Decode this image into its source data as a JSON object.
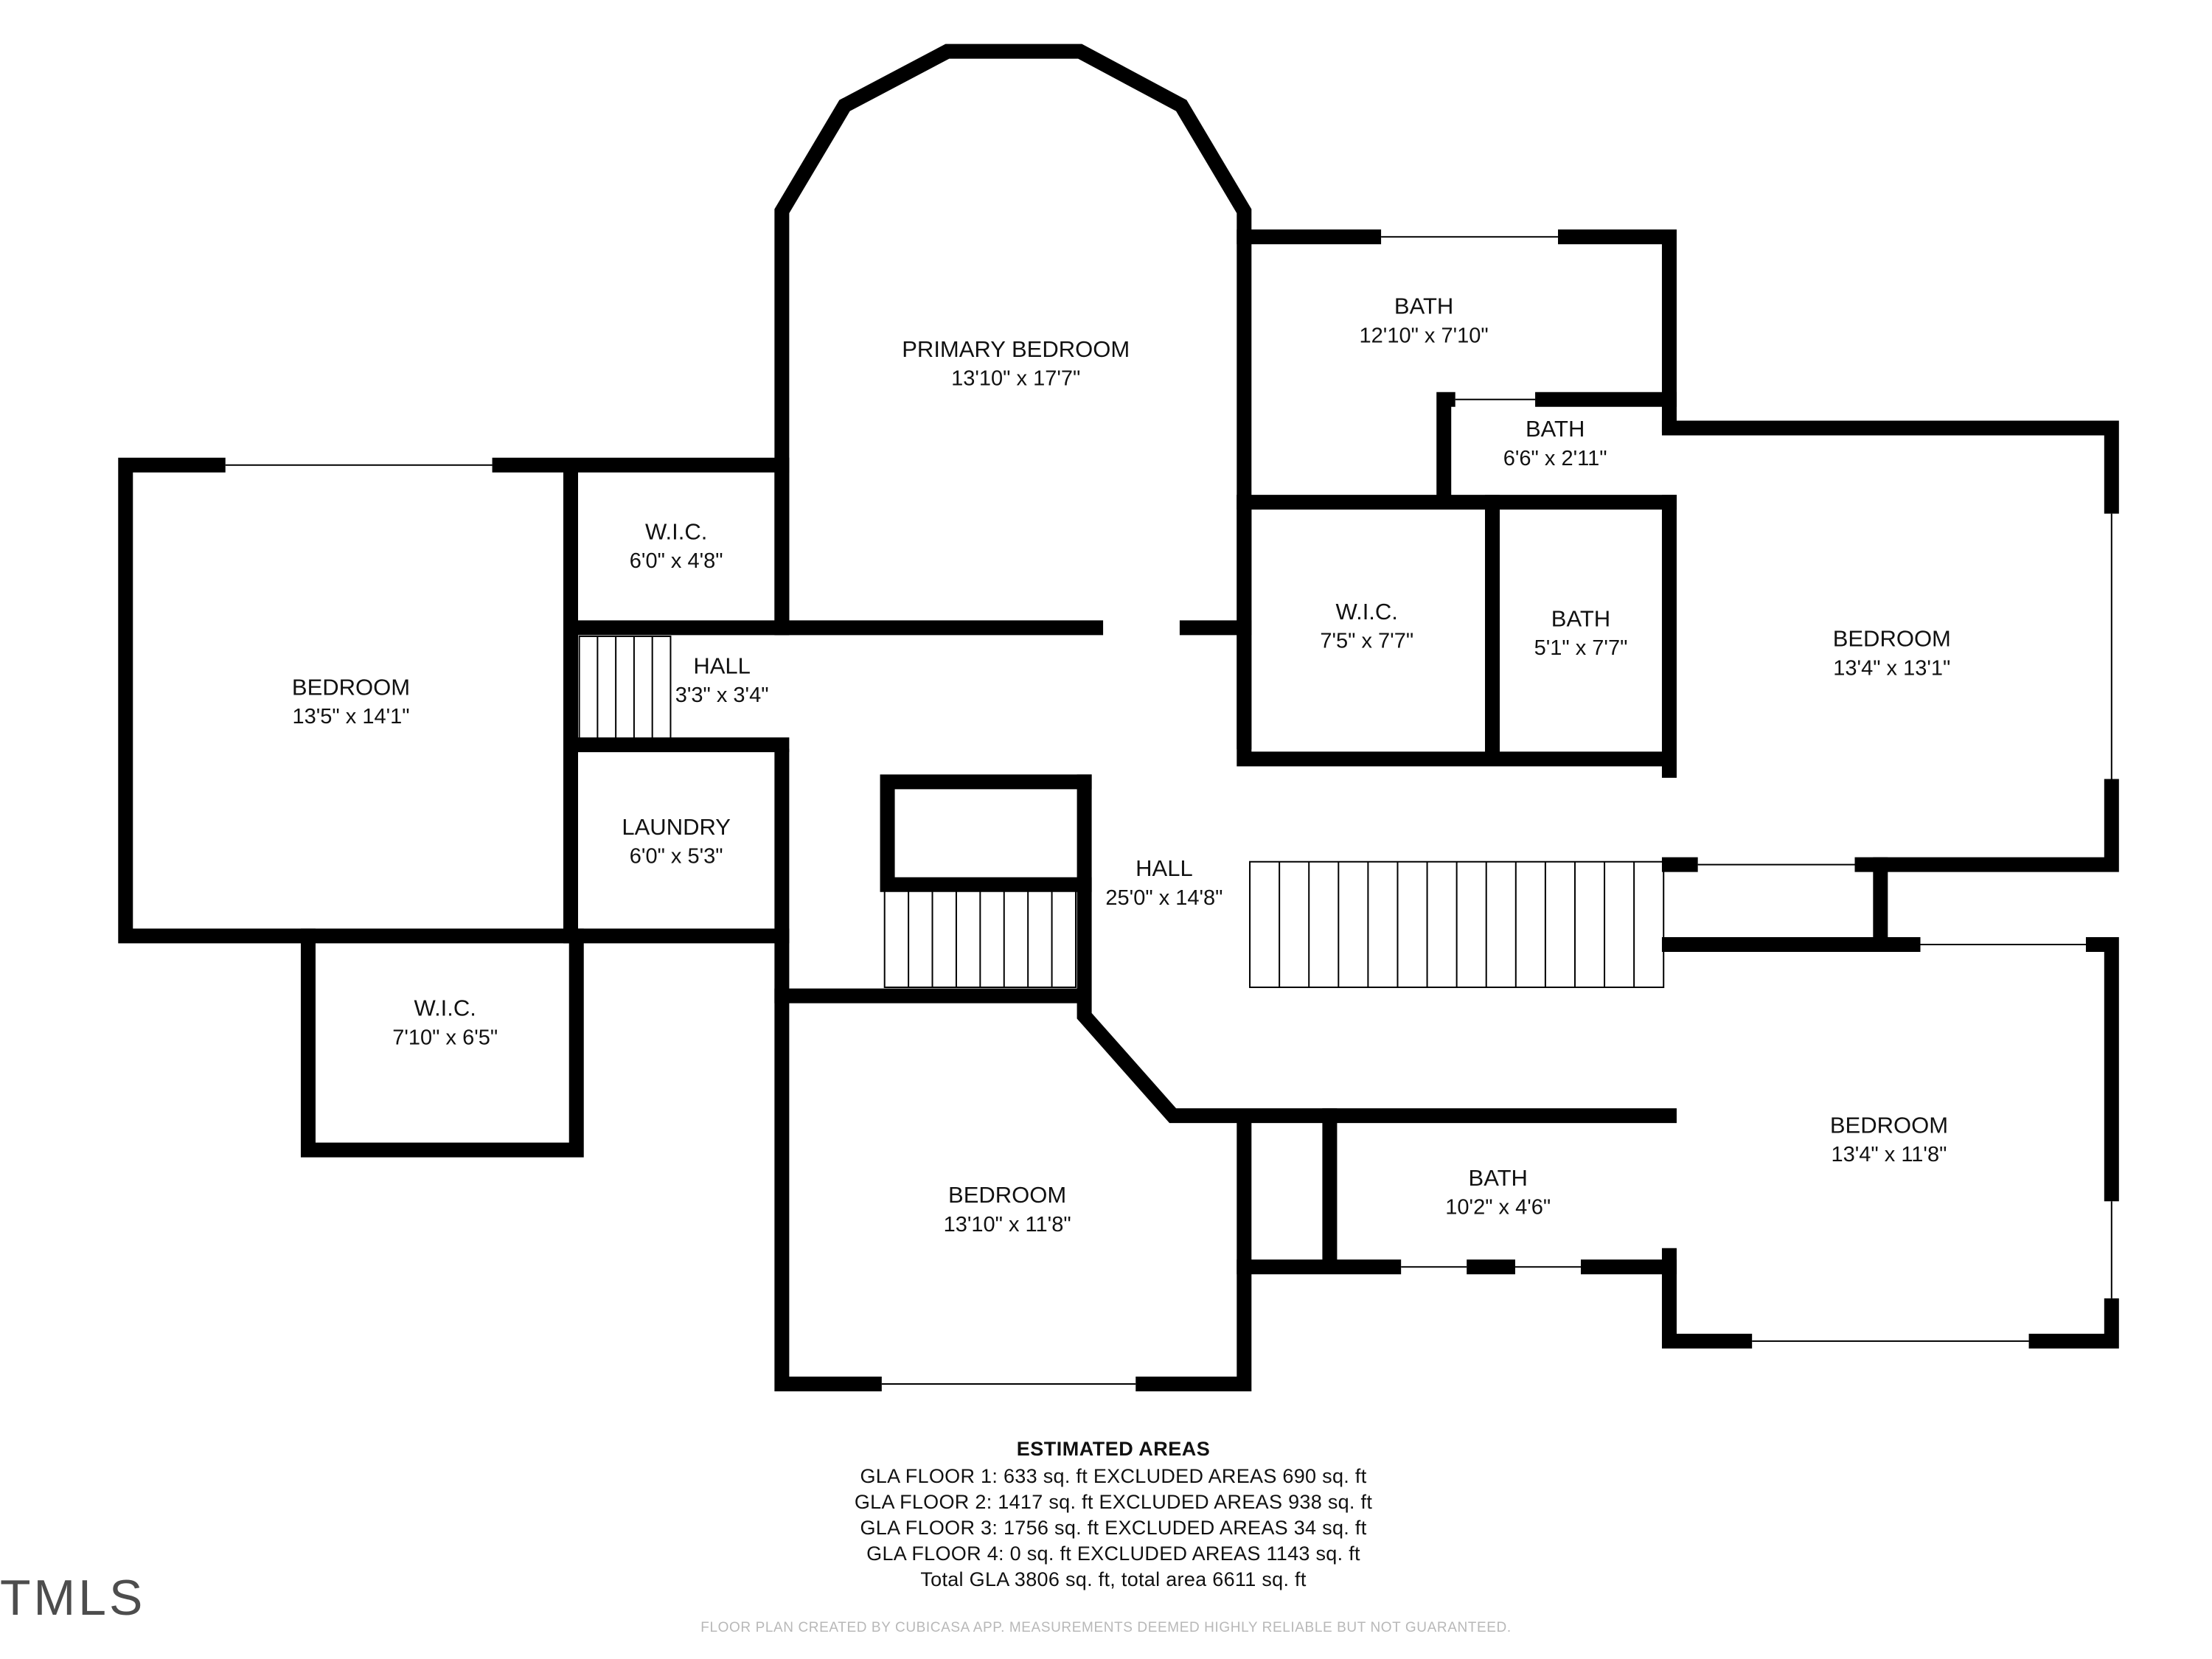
{
  "rooms": [
    {
      "id": "primary-bedroom",
      "name": "PRIMARY BEDROOM",
      "dims": "13'10\" x 17'7\""
    },
    {
      "id": "bath-1",
      "name": "BATH",
      "dims": "12'10\" x 7'10\""
    },
    {
      "id": "bath-2",
      "name": "BATH",
      "dims": "6'6\" x 2'11\""
    },
    {
      "id": "wic-1",
      "name": "W.I.C.",
      "dims": "6'0\" x 4'8\""
    },
    {
      "id": "bedroom-west",
      "name": "BEDROOM",
      "dims": "13'5\" x 14'1\""
    },
    {
      "id": "hall-small",
      "name": "HALL",
      "dims": "3'3\" x 3'4\""
    },
    {
      "id": "wic-2",
      "name": "W.I.C.",
      "dims": "7'5\" x 7'7\""
    },
    {
      "id": "bath-3",
      "name": "BATH",
      "dims": "5'1\" x 7'7\""
    },
    {
      "id": "bedroom-east",
      "name": "BEDROOM",
      "dims": "13'4\" x 13'1\""
    },
    {
      "id": "laundry",
      "name": "LAUNDRY",
      "dims": "6'0\" x 5'3\""
    },
    {
      "id": "hall-main",
      "name": "HALL",
      "dims": "25'0\" x 14'8\""
    },
    {
      "id": "wic-3",
      "name": "W.I.C.",
      "dims": "7'10\" x 6'5\""
    },
    {
      "id": "bedroom-south",
      "name": "BEDROOM",
      "dims": "13'10\" x 11'8\""
    },
    {
      "id": "bath-4",
      "name": "BATH",
      "dims": "10'2\" x 4'6\""
    },
    {
      "id": "bedroom-southeast",
      "name": "BEDROOM",
      "dims": "13'4\" x 11'8\""
    }
  ],
  "areas": {
    "heading": "ESTIMATED AREAS",
    "lines": [
      "GLA FLOOR 1: 633 sq. ft EXCLUDED AREAS 690 sq. ft",
      "GLA FLOOR 2: 1417 sq. ft EXCLUDED AREAS 938 sq. ft",
      "GLA FLOOR 3: 1756 sq. ft EXCLUDED AREAS 34 sq. ft",
      "GLA FLOOR 4: 0 sq. ft EXCLUDED AREAS 1143 sq. ft",
      "Total GLA 3806 sq. ft, total area 6611 sq. ft"
    ]
  },
  "disclaimer": "FLOOR PLAN CREATED BY CUBICASA APP. MEASUREMENTS DEEMED HIGHLY RELIABLE BUT NOT GUARANTEED.",
  "logo": "TMLS",
  "colors": {
    "wall": "#000000",
    "window": "#ffffff",
    "background": "#ffffff"
  }
}
